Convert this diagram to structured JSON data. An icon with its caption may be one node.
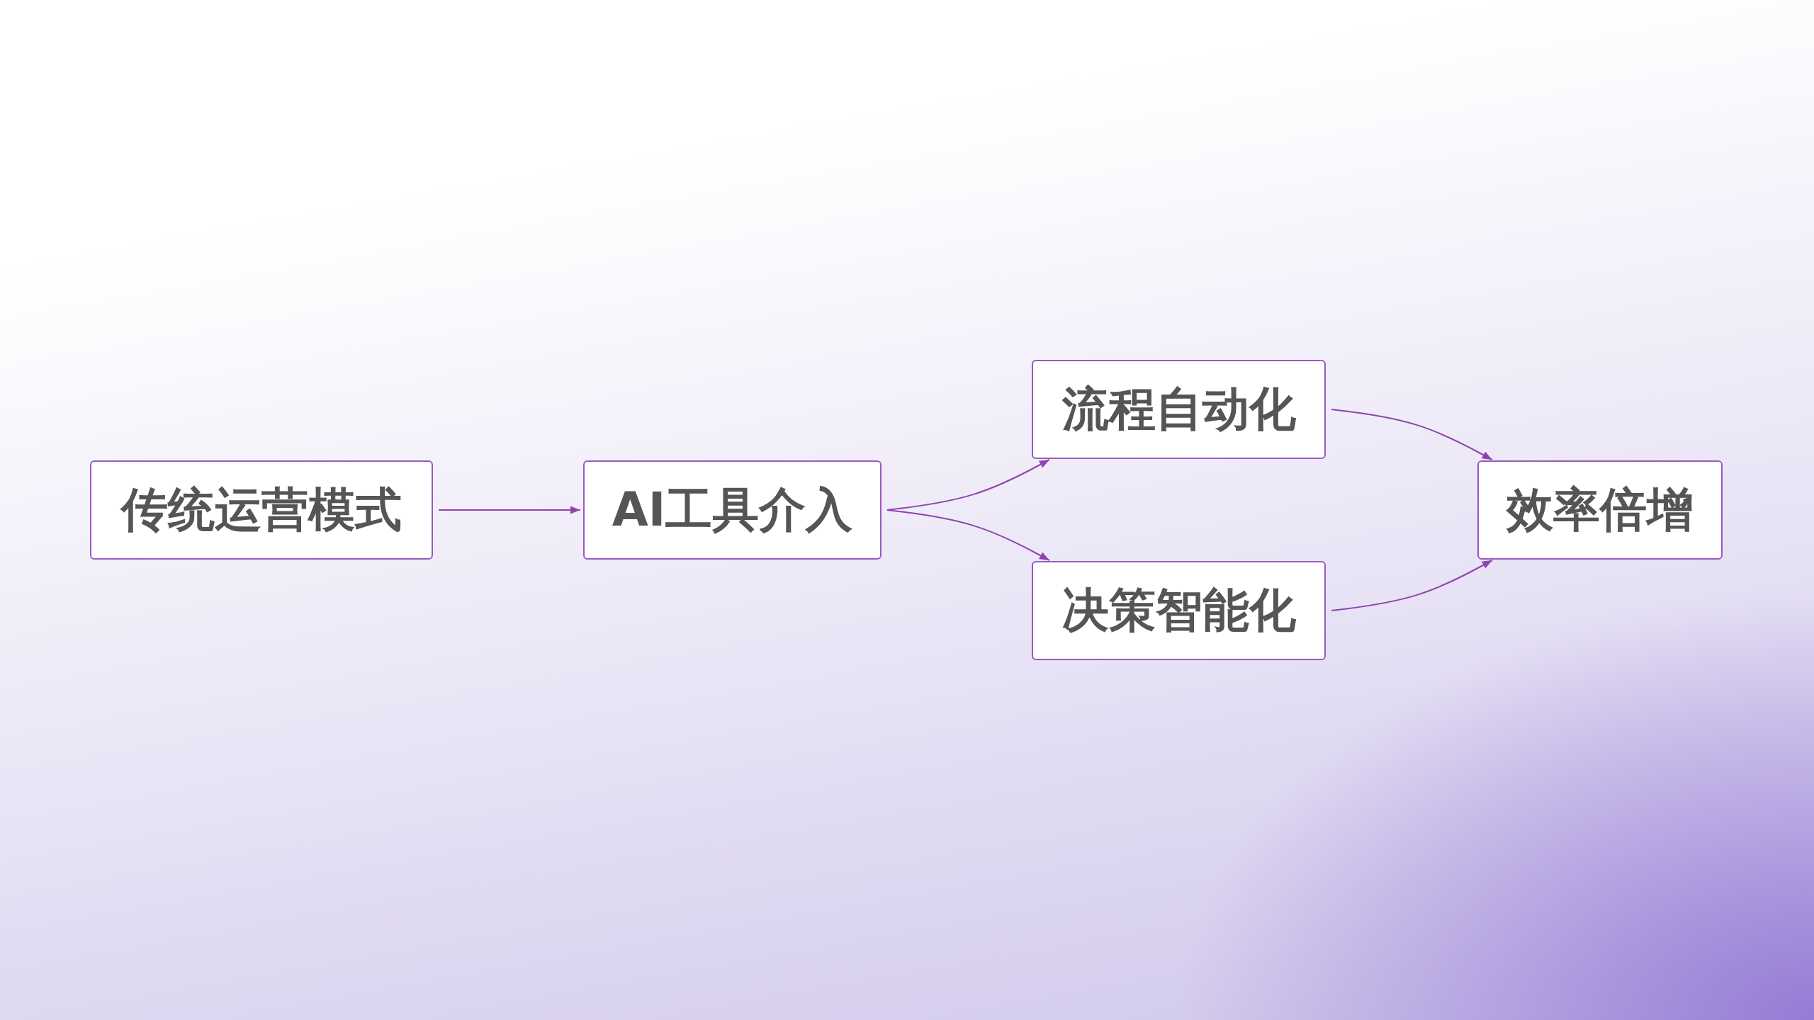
{
  "diagram": {
    "nodes": [
      {
        "text": [
          "传统运营模式"
        ]
      },
      {
        "text": [
          "AI工具介入"
        ]
      },
      {
        "text": [
          "流程自动化"
        ]
      },
      {
        "text": [
          "决策智能化"
        ]
      },
      {
        "text": [
          "效率倍增"
        ]
      }
    ],
    "edges": [
      {
        "from": 0,
        "to": 1,
        "arrow": "to"
      },
      {
        "from": 1,
        "to": 2,
        "arrow": "to"
      },
      {
        "from": 1,
        "to": 3,
        "arrow": "to"
      },
      {
        "from": 2,
        "to": 4,
        "arrow": "to"
      },
      {
        "from": 3,
        "to": 4,
        "arrow": "to"
      }
    ]
  }
}
